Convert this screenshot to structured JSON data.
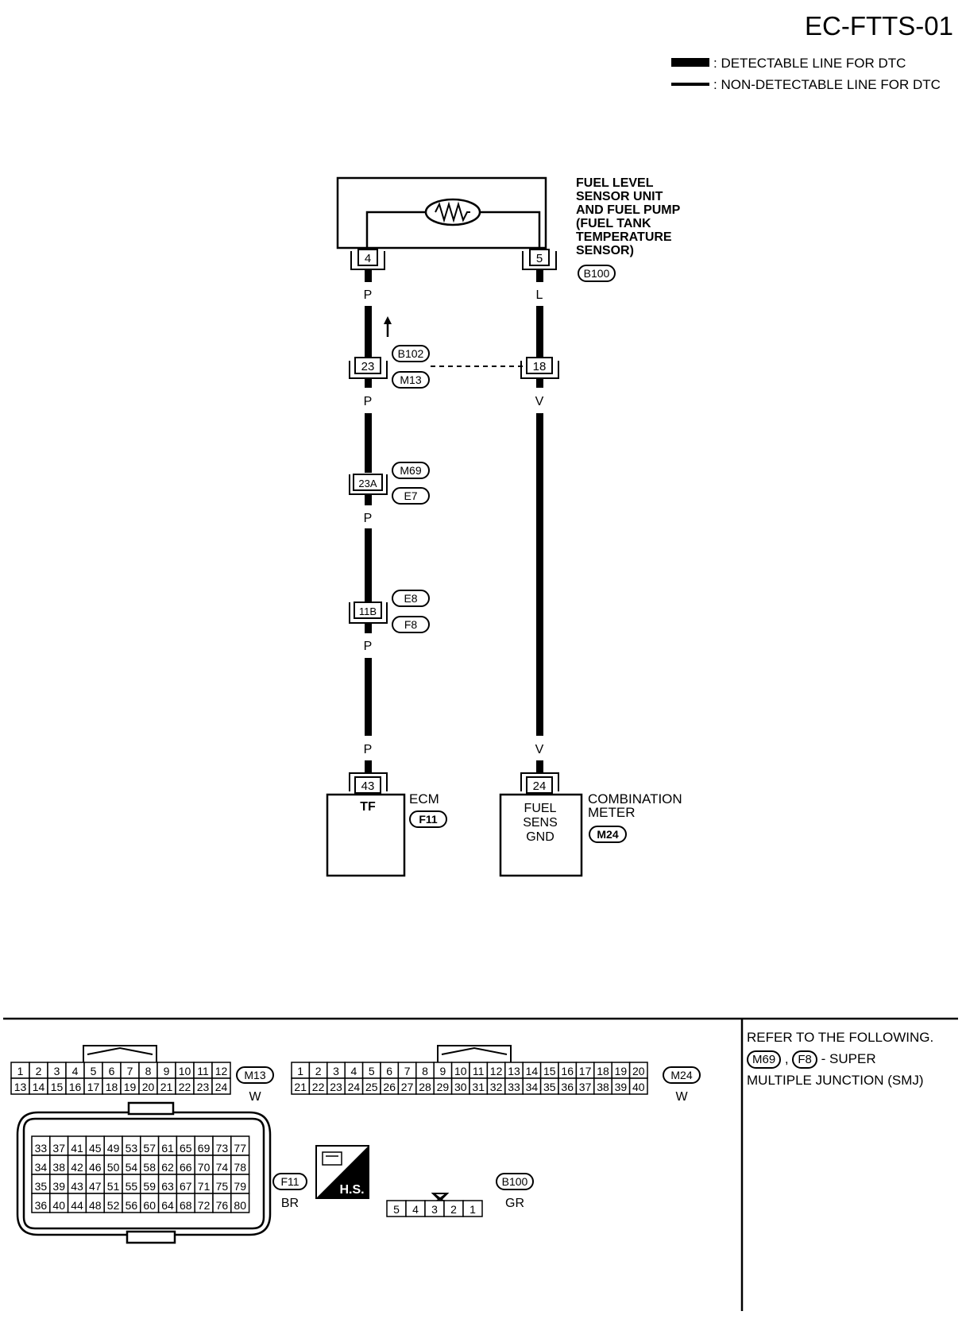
{
  "page_title": "EC-FTTS-01",
  "legend": {
    "detectable": ": DETECTABLE LINE FOR DTC",
    "non_detectable": ": NON-DETECTABLE LINE FOR DTC"
  },
  "components": {
    "fuel_sensor": [
      "FUEL LEVEL",
      "SENSOR UNIT",
      "AND FUEL PUMP",
      "(FUEL TANK",
      "TEMPERATURE",
      "SENSOR)"
    ],
    "fuel_sensor_conn": "B100",
    "ecm": "ECM",
    "ecm_conn": "F11",
    "ecm_terminal_label": "TF",
    "meter": [
      "COMBINATION",
      "METER"
    ],
    "meter_conn": "M24",
    "meter_terminal_label": [
      "FUEL",
      "SENS",
      "GND"
    ]
  },
  "wiring": {
    "left": {
      "pin_top": "4",
      "c1": "P",
      "j1_pin": "23",
      "j1_top": "B102",
      "j1_bottom": "M13",
      "c2": "P",
      "j2_pin": "23A",
      "j2_top": "M69",
      "j2_bottom": "E7",
      "c3": "P",
      "j3_pin": "11B",
      "j3_top": "E8",
      "j3_bottom": "F8",
      "c4": "P",
      "c5": "P",
      "pin_bottom": "43"
    },
    "right": {
      "pin_top": "5",
      "c1": "L",
      "j1_pin": "18",
      "c2": "V",
      "c3": "V",
      "pin_bottom": "24"
    }
  },
  "connectors": {
    "m13": {
      "name": "M13",
      "color": "W",
      "row1": [
        "1",
        "2",
        "3",
        "4",
        "5",
        "6",
        "7",
        "8",
        "9",
        "10",
        "11",
        "12"
      ],
      "row2": [
        "13",
        "14",
        "15",
        "16",
        "17",
        "18",
        "19",
        "20",
        "21",
        "22",
        "23",
        "24"
      ]
    },
    "m24": {
      "name": "M24",
      "color": "W",
      "row1": [
        "1",
        "2",
        "3",
        "4",
        "5",
        "6",
        "7",
        "8",
        "9",
        "10",
        "11",
        "12",
        "13",
        "14",
        "15",
        "16",
        "17",
        "18",
        "19",
        "20"
      ],
      "row2": [
        "21",
        "22",
        "23",
        "24",
        "25",
        "26",
        "27",
        "28",
        "29",
        "30",
        "31",
        "32",
        "33",
        "34",
        "35",
        "36",
        "37",
        "38",
        "39",
        "40"
      ]
    },
    "f11": {
      "name": "F11",
      "color": "BR",
      "rows": [
        [
          "33",
          "37",
          "41",
          "45",
          "49",
          "53",
          "57",
          "61",
          "65",
          "69",
          "73",
          "77"
        ],
        [
          "34",
          "38",
          "42",
          "46",
          "50",
          "54",
          "58",
          "62",
          "66",
          "70",
          "74",
          "78"
        ],
        [
          "35",
          "39",
          "43",
          "47",
          "51",
          "55",
          "59",
          "63",
          "67",
          "71",
          "75",
          "79"
        ],
        [
          "36",
          "40",
          "44",
          "48",
          "52",
          "56",
          "60",
          "64",
          "68",
          "72",
          "76",
          "80"
        ]
      ]
    },
    "b100": {
      "name": "B100",
      "color": "GR",
      "pins": [
        "5",
        "4",
        "3",
        "2",
        "1"
      ]
    },
    "hs_badge": "H.S."
  },
  "note": {
    "line1": "REFER TO THE FOLLOWING.",
    "ref1": "M69",
    "sep": ",",
    "ref2": "F8",
    "tail": "- SUPER",
    "line3": "MULTIPLE JUNCTION (SMJ)"
  }
}
